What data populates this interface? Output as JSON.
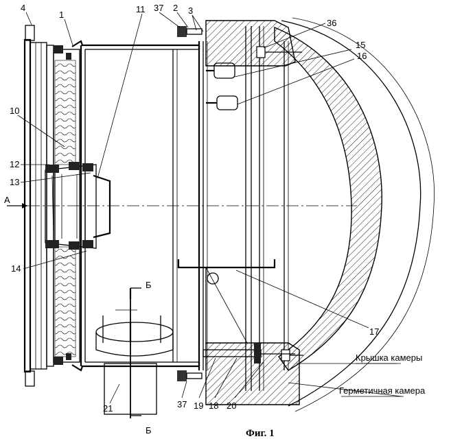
{
  "labels": {
    "l4": "4",
    "l1": "1",
    "l11": "11",
    "l37a": "37",
    "l2": "2",
    "l3": "3",
    "l36": "36",
    "l15": "15",
    "l16": "16",
    "l10": "10",
    "l12": "12",
    "l13": "13",
    "l14": "14",
    "lA": "A",
    "l17": "17",
    "lB_top": "Б",
    "lB_bot": "Б",
    "l21": "21",
    "l37b": "37",
    "l19": "19",
    "l18": "18",
    "l20": "20"
  },
  "callouts": {
    "cover": "Крышка камеры",
    "chamber": "Герметичная камера"
  },
  "caption": "Фиг. 1"
}
